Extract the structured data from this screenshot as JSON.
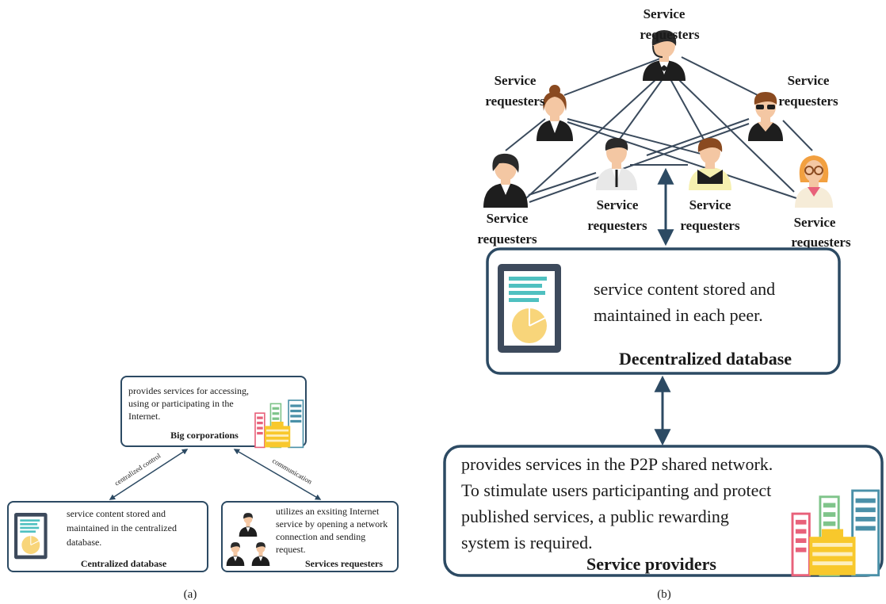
{
  "panel_a": {
    "caption": "(a)",
    "corporations": {
      "text_lines": [
        "provides services for accessing,",
        "using or participating in the",
        "Internet."
      ],
      "title": "Big corporations"
    },
    "centralized_db": {
      "text_lines": [
        "service content stored and",
        "maintained in the centralized",
        "database."
      ],
      "title": "Centralized database"
    },
    "requesters": {
      "text_lines": [
        "utilizes an exsiting Internet",
        "service by opening a network",
        "connection and sending",
        "request."
      ],
      "title": "Services requesters"
    },
    "edge_labels": {
      "control": "centralized control",
      "communication": "communication"
    }
  },
  "panel_b": {
    "caption": "(b)",
    "requester_label": [
      "Service",
      "requesters"
    ],
    "decentralized_db": {
      "text_lines": [
        "service content stored and",
        "maintained in each peer."
      ],
      "title": "Decentralized database"
    },
    "providers": {
      "text_lines": [
        "provides services in the P2P shared network.",
        "To stimulate users participanting and protect",
        "published services, a public rewarding",
        "system is required."
      ],
      "title": "Service providers"
    }
  },
  "colors": {
    "box_border": "#2c4a63",
    "line": "#3a4a5c",
    "tablet": "#3d4a5c",
    "tablet_screen": "#ffffff",
    "doc_lines": "#4fc0c0",
    "pie": "#f8d57a",
    "building_red": "#e8617a",
    "building_green": "#7fc48a",
    "building_blue": "#4a90a8",
    "building_yellow": "#f8c82c",
    "skin": "#f4c7a3",
    "hair_dark": "#2a2a2a",
    "hair_brown": "#8a4a20",
    "hair_orange": "#f2a040"
  },
  "icons": [
    "tablet-icon",
    "buildings-icon",
    "person-icon"
  ]
}
